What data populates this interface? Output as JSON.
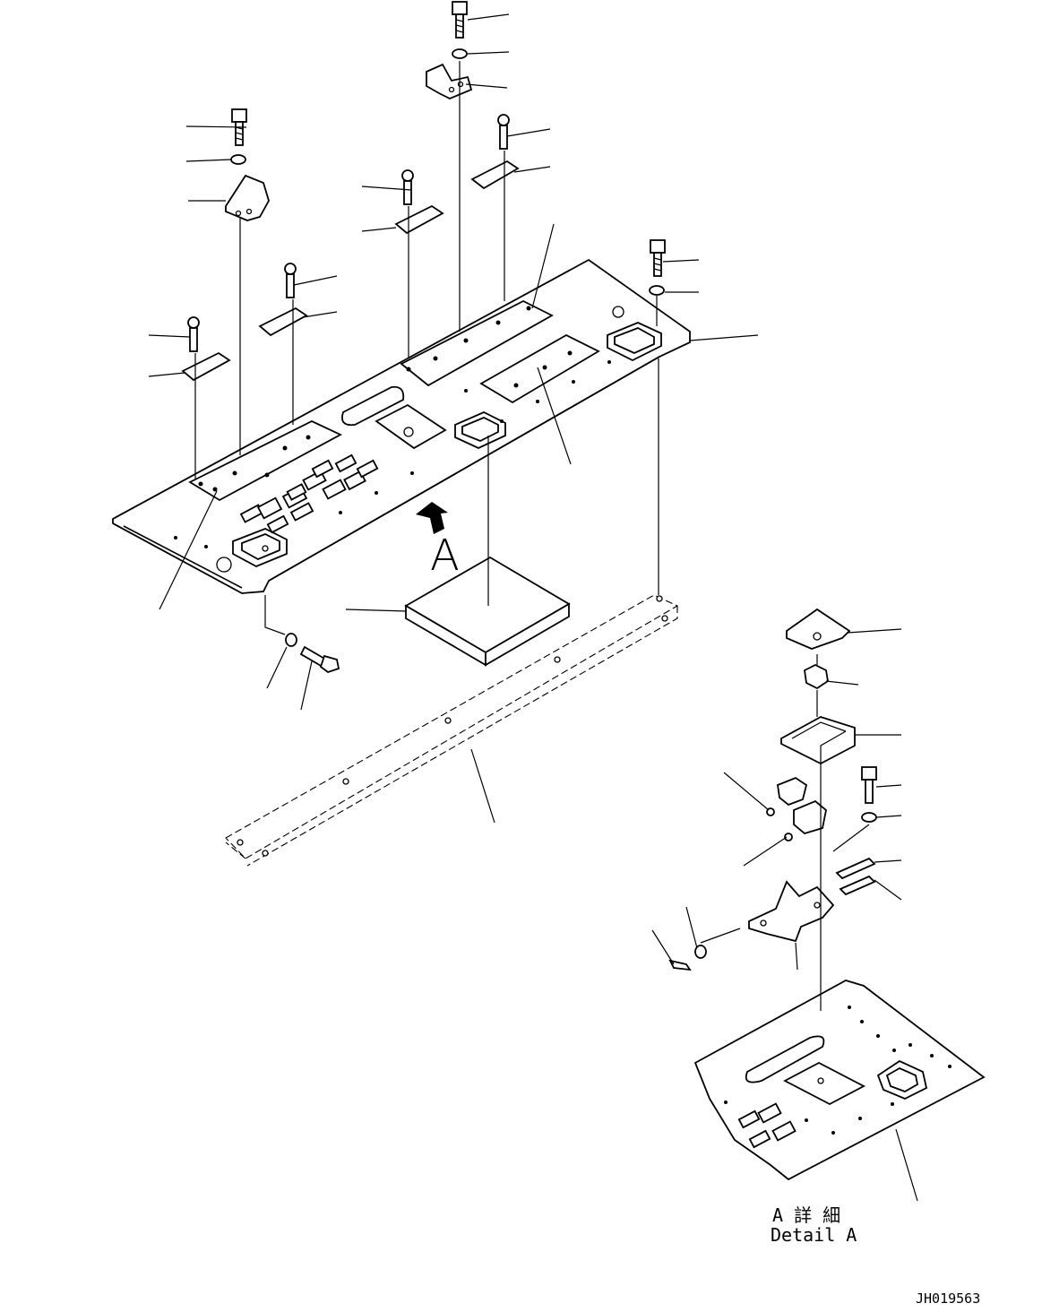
{
  "drawing": {
    "view_letter": "A",
    "detail_title_jp": "A 詳 細",
    "detail_title_en": "Detail A",
    "drawing_number": "JH019563"
  }
}
